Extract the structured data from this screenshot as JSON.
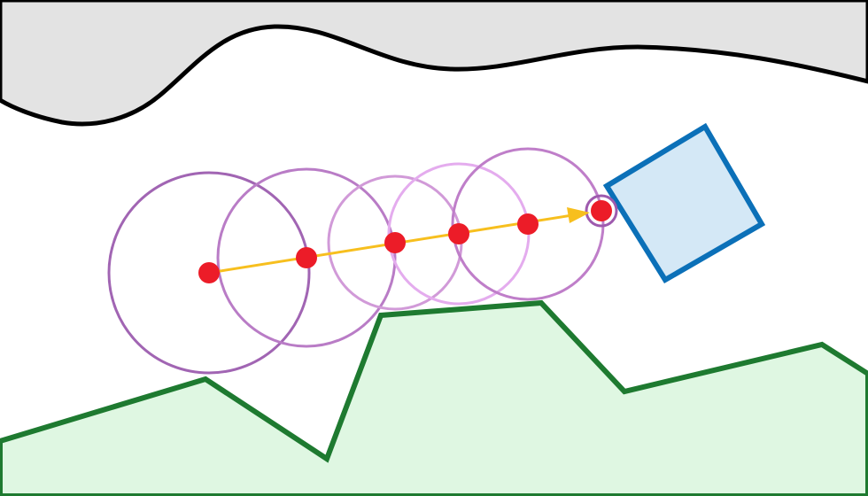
{
  "diagram": {
    "kind": "sphere tracing / ray marching illustration",
    "colors": {
      "background": "#ffffff",
      "top_obstacle_fill": "#e3e3e3",
      "top_obstacle_stroke": "#000000",
      "ground_fill": "#dff7e2",
      "ground_stroke": "#1e7a30",
      "square_fill": "#d4e8f6",
      "square_stroke": "#0b70b8",
      "ray_color": "#f7bf1e",
      "march_point_color": "#ec1c28",
      "circle_colors": [
        "#a165b3",
        "#b97cc6",
        "#d19ad8",
        "#e4acee",
        "#bf7ec9",
        "#9e5aae"
      ]
    },
    "icons": {
      "ray_head": "arrowhead",
      "march_point": "filled-dot"
    },
    "march_step_count": 6
  }
}
